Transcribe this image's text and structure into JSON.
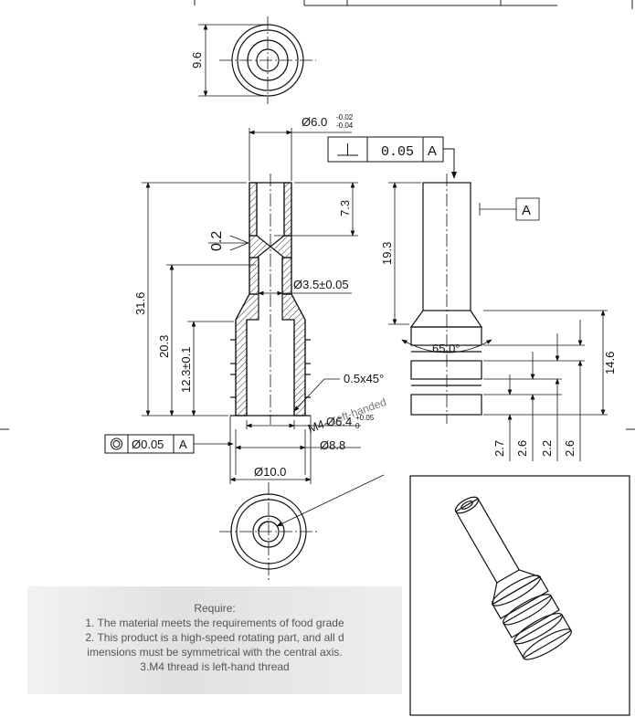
{
  "dimensions": {
    "top_view_height": "9.6",
    "bore_diameter": "Ø6.0",
    "bore_tol_upper": "-0.02",
    "bore_tol_lower": "-0.04",
    "depth_top": "7.3",
    "chamfer_angle": "0.2",
    "length_total": "31.6",
    "length_mid": "20.3",
    "length_lower": "12.3±0.1",
    "inner_diameter": "Ø3.5±0.05",
    "chamfer": "0.5x45°",
    "recess_diameter": "Ø6.4",
    "recess_tol_upper": "+0.05",
    "recess_tol_lower": "0",
    "outer_diameter": "Ø8.8",
    "body_diameter": "Ø10.0",
    "thread_label": "M4-",
    "thread_note": "Left-handed",
    "side_length": "19.3",
    "cone_angle": "65.0°",
    "side_height": "14.6",
    "groove_1": "2.7",
    "groove_2": "2.6",
    "groove_3": "2.2",
    "groove_4": "2.6"
  },
  "tolerance_perpendicularity": {
    "value": "0.05",
    "datum": "A"
  },
  "tolerance_concentricity": {
    "value": "Ø0.05",
    "datum": "A"
  },
  "datum_label": "A",
  "notes": {
    "title": "Require:",
    "line1": "1. The material meets the requirements of food grade",
    "line2": "2. This product is a high-speed rotating part, and all d",
    "line3": "imensions must be symmetrical with the central axis.",
    "line4": "3.M4 thread is left-hand thread"
  }
}
